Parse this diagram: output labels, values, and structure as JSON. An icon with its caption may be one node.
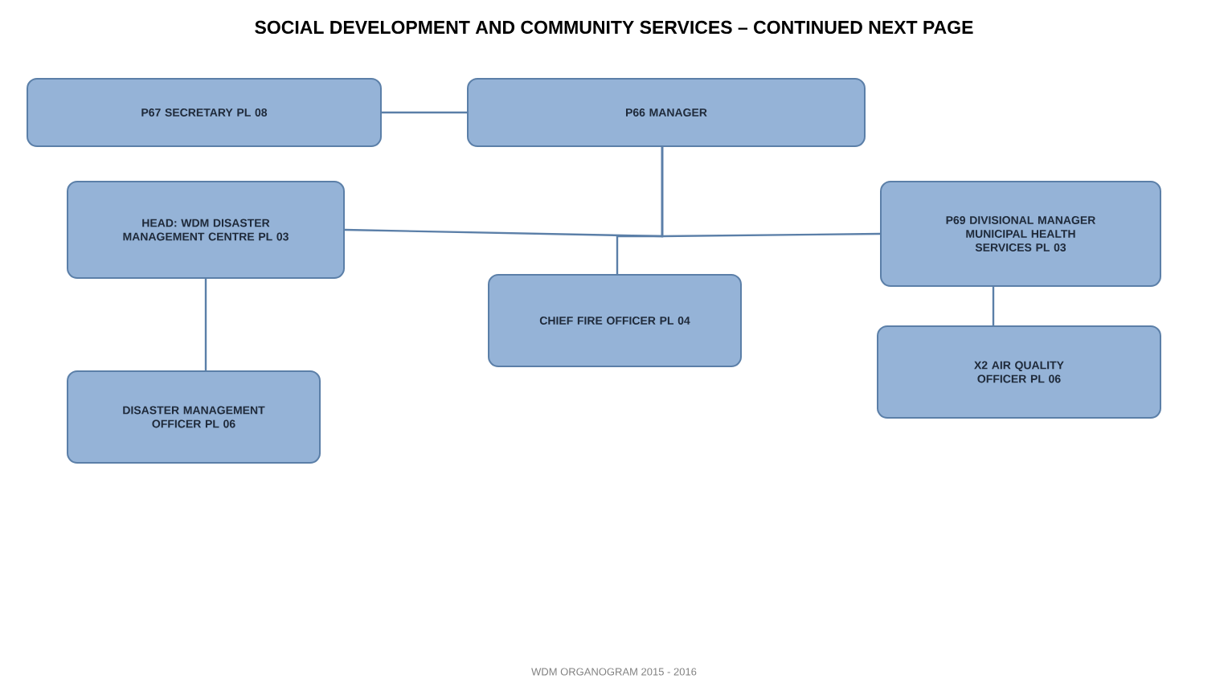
{
  "diagram": {
    "title": "SOCIAL DEVELOPMENT AND COMMUNITY  SERVICES – CONTINUED NEXT PAGE",
    "nodes": [
      {
        "text": [
          "P67 SECRETARY PL 08"
        ]
      },
      {
        "text": [
          "P66 MANAGER"
        ]
      },
      {
        "text": [
          "HEAD: WDM DISASTER MANAGEMENT CENTRE PL 03"
        ]
      },
      {
        "text": [
          "P69 DIVISIONAL MANAGER MUNICIPAL  HEALTH SERVICES PL 03"
        ]
      },
      {
        "text": [
          "CHIEF FIRE OFFICER PL 04"
        ]
      },
      {
        "text": [
          "X2 AIR QUALITY OFFICER PL 06"
        ]
      },
      {
        "text": [
          "DISASTER MANAGEMENT OFFICER PL 06"
        ]
      }
    ],
    "edges": [
      {
        "from": 0,
        "to": 1,
        "arrow": "none"
      },
      {
        "from": 1,
        "to": 2,
        "arrow": "none"
      },
      {
        "from": 1,
        "to": 3,
        "arrow": "none"
      },
      {
        "from": 1,
        "to": 4,
        "arrow": "none"
      },
      {
        "from": 2,
        "to": 6,
        "arrow": "none"
      },
      {
        "from": 3,
        "to": 5,
        "arrow": "none"
      }
    ],
    "labels": [
      "WDM ORGANOGRAM 2015 - 2016"
    ]
  }
}
